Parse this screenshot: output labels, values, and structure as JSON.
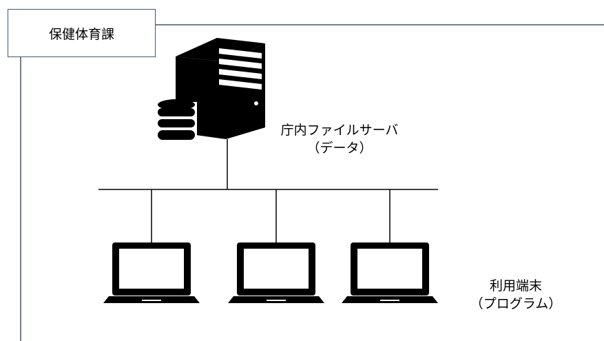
{
  "department": {
    "label": "保健体育課"
  },
  "server": {
    "name": "庁内ファイルサーバ",
    "role": "（データ）",
    "icon": "server-tower-icon",
    "db_icon": "database-icon"
  },
  "terminals": {
    "name": "利用端末",
    "role": "（プログラム）",
    "icon": "laptop-icon",
    "count": 3
  },
  "colors": {
    "frame_line": "#44546a",
    "network_line": "#000000",
    "icon_fill": "#000000"
  }
}
